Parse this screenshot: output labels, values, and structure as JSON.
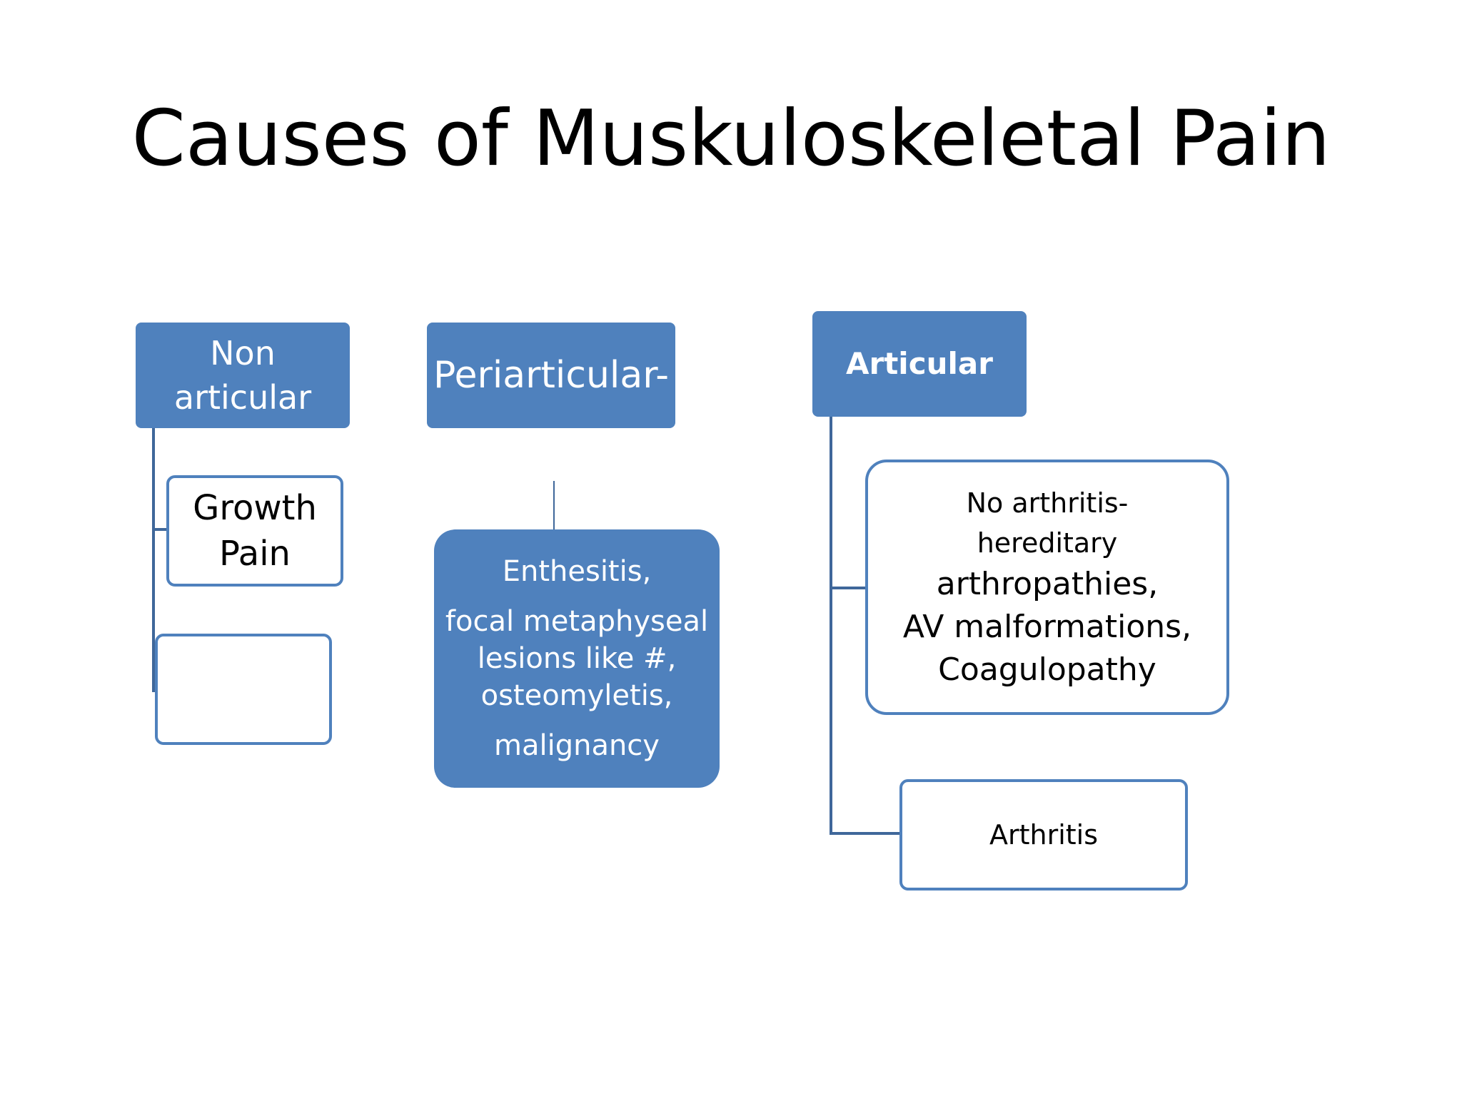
{
  "title": "Causes of Muskuloskeletal Pain",
  "colors": {
    "accent": "#4f81bd",
    "connector": "#3f679a",
    "text": "#000000",
    "inverse_text": "#ffffff"
  },
  "columns": {
    "non_articular": {
      "header_lines": [
        "Non",
        "articular"
      ],
      "children": [
        {
          "lines": [
            "Growth",
            "Pain"
          ]
        },
        {
          "lines": []
        }
      ]
    },
    "periarticular": {
      "header_lines": [
        "Periarticular-"
      ],
      "child_lines": [
        "Enthesitis,",
        "focal metaphyseal",
        "lesions like #,",
        "osteomyletis,",
        "malignancy"
      ]
    },
    "articular": {
      "header_lines": [
        "Articular"
      ],
      "children": [
        {
          "lines": [
            "No arthritis-",
            "hereditary",
            "arthropathies,",
            "AV malformations,",
            "Coagulopathy"
          ]
        },
        {
          "lines": [
            "Arthritis"
          ]
        }
      ]
    }
  }
}
